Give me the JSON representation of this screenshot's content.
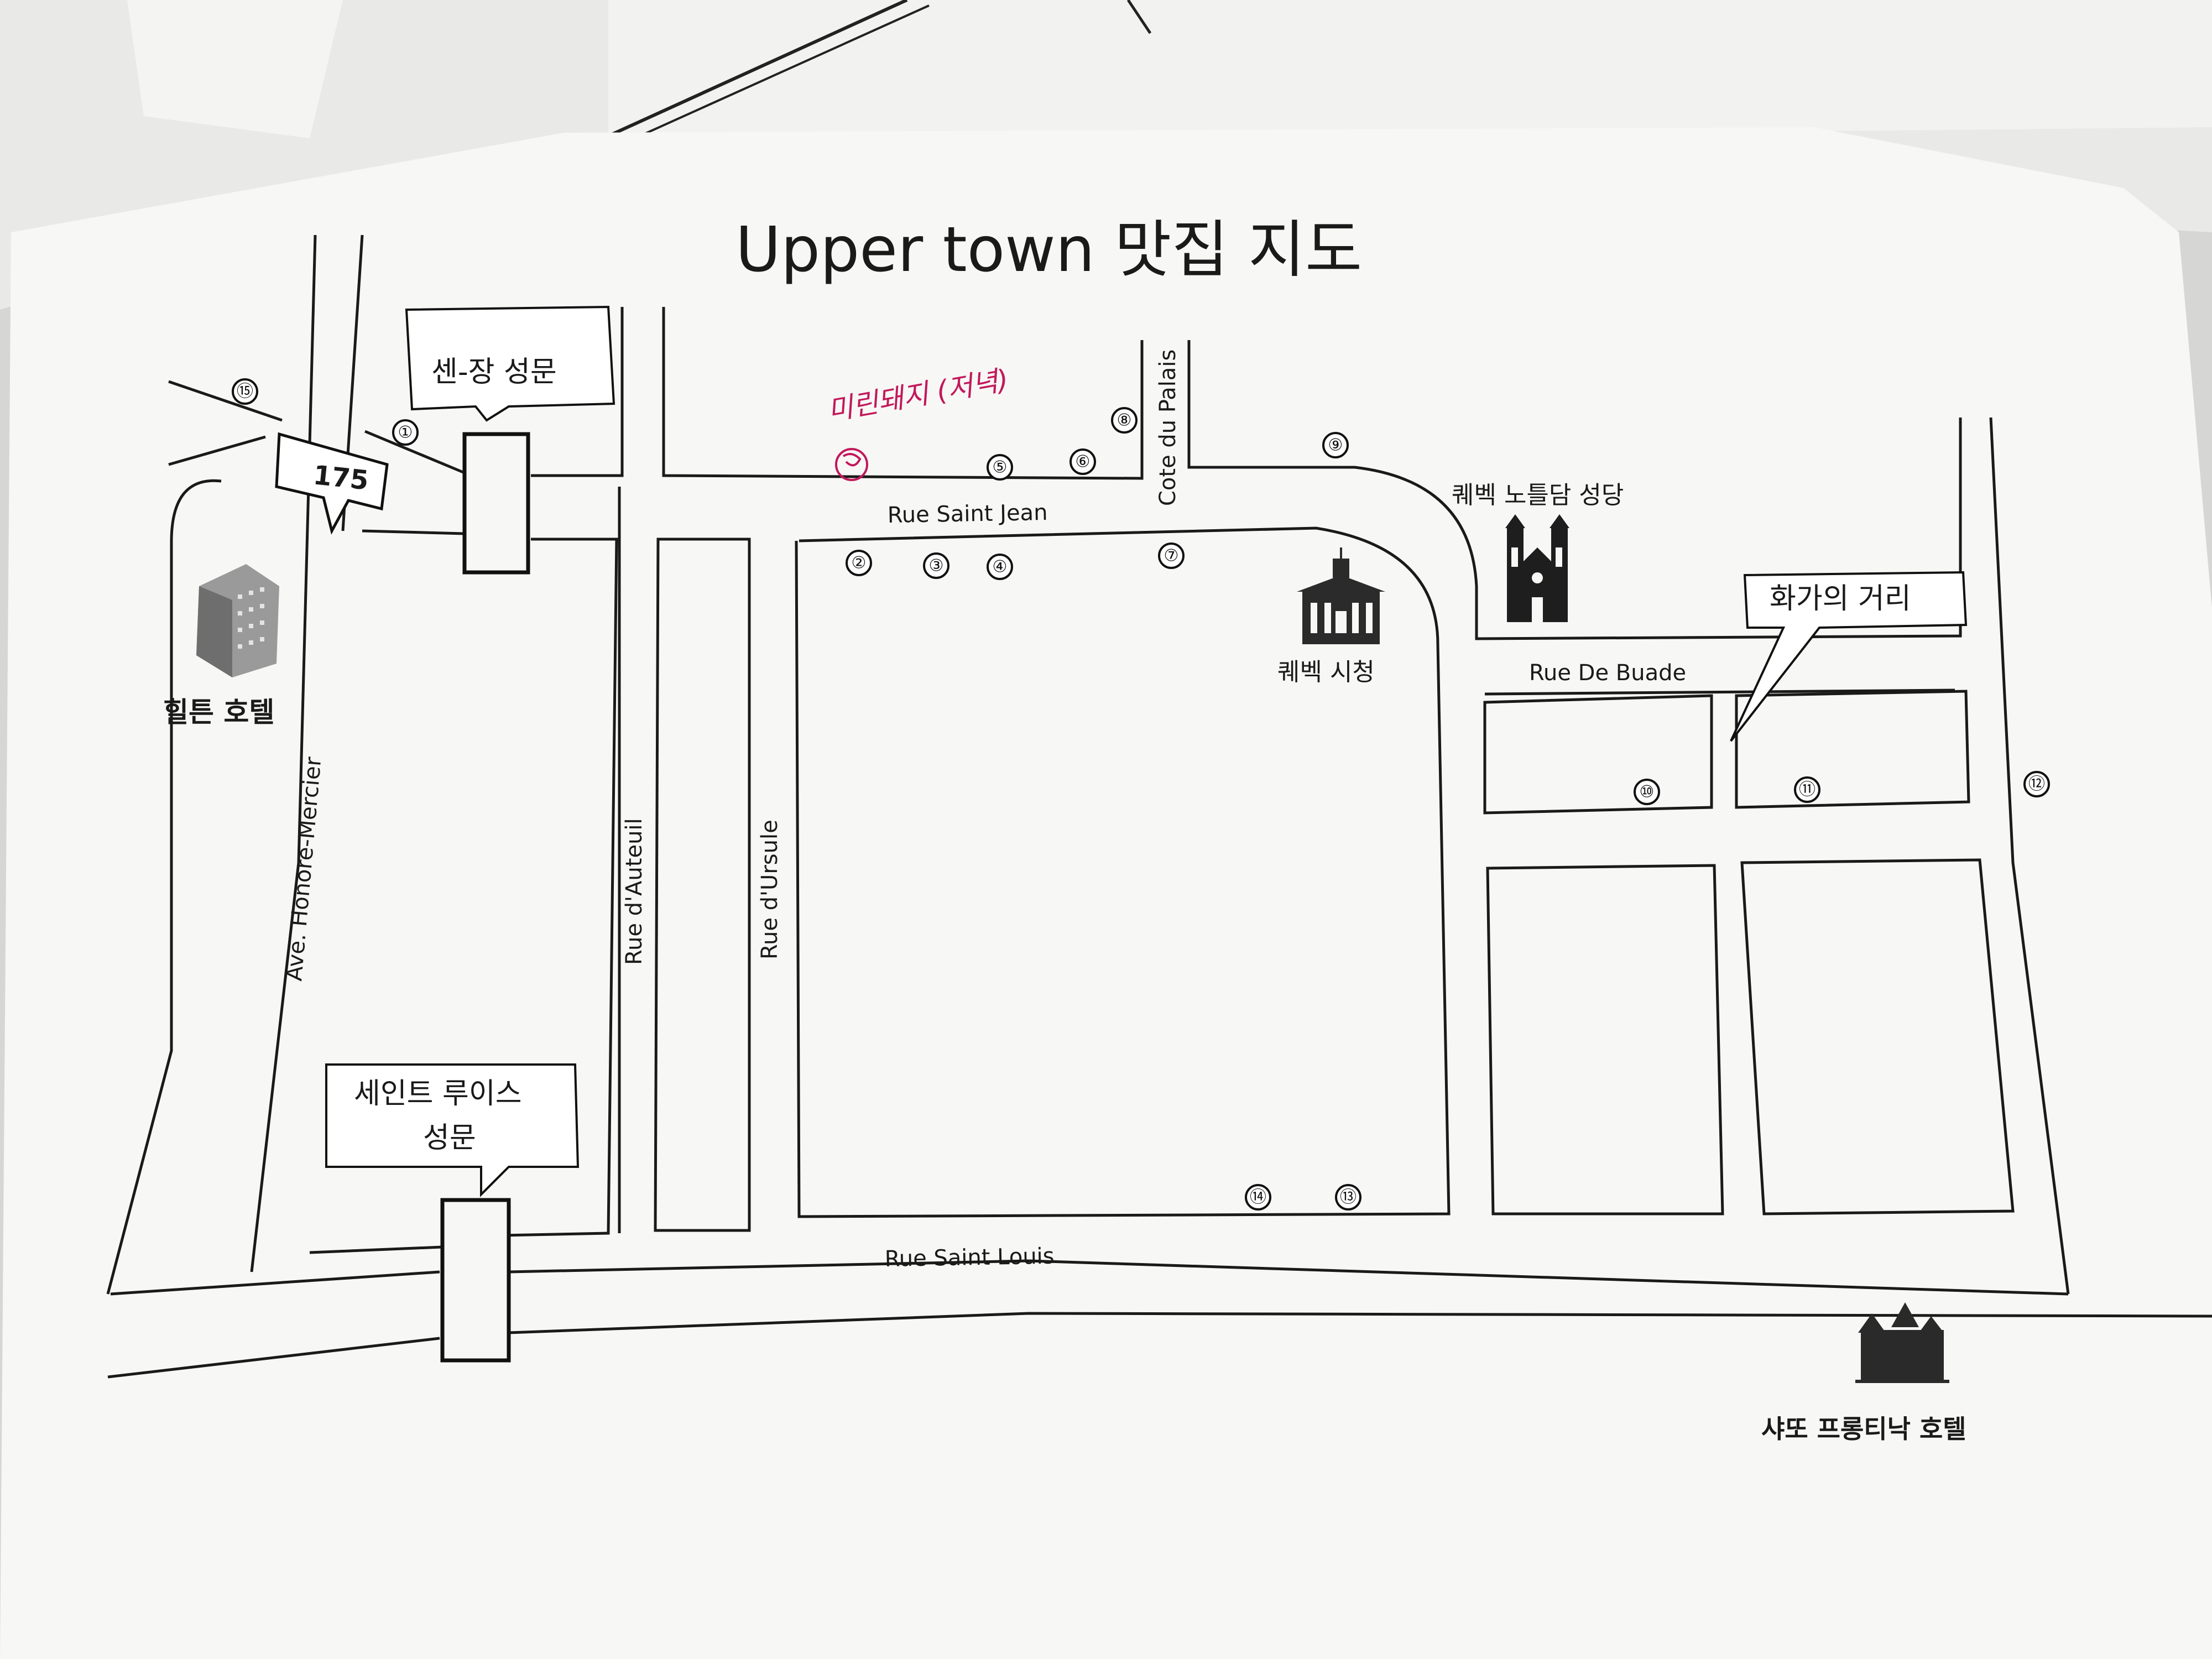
{
  "map": {
    "title": "Upper town 맛집 지도",
    "handwritten_note": "미린돼지 (저녁)",
    "streets": {
      "rue_saint_jean": "Rue Saint Jean",
      "cote_du_palais": "Cote du Palais",
      "rue_de_buade": "Rue De Buade",
      "rue_d_auteuil": "Rue d'Auteuil",
      "rue_d_ursule": "Rue d'Ursule",
      "ave_honore_mercier": "Ave. Honore-Mercier",
      "rue_saint_louis": "Rue Saint Louis"
    },
    "route_sign": "175",
    "callouts": {
      "saint_jean_gate": "센-장 성문",
      "saint_louis_gate_line1": "세인트 루이스",
      "saint_louis_gate_line2": "성문",
      "artists_street": "화가의 거리"
    },
    "landmarks": {
      "hilton": "힐튼 호텔",
      "city_hall": "퀘벡 시청",
      "notre_dame": "퀘벡 노틀담 성당",
      "frontenac": "샤또 프롱티낙 호텔"
    },
    "markers": [
      "①",
      "②",
      "③",
      "④",
      "⑤",
      "⑥",
      "⑦",
      "⑧",
      "⑨",
      "⑩",
      "⑪",
      "⑫",
      "⑬",
      "⑭",
      "⑮"
    ]
  }
}
